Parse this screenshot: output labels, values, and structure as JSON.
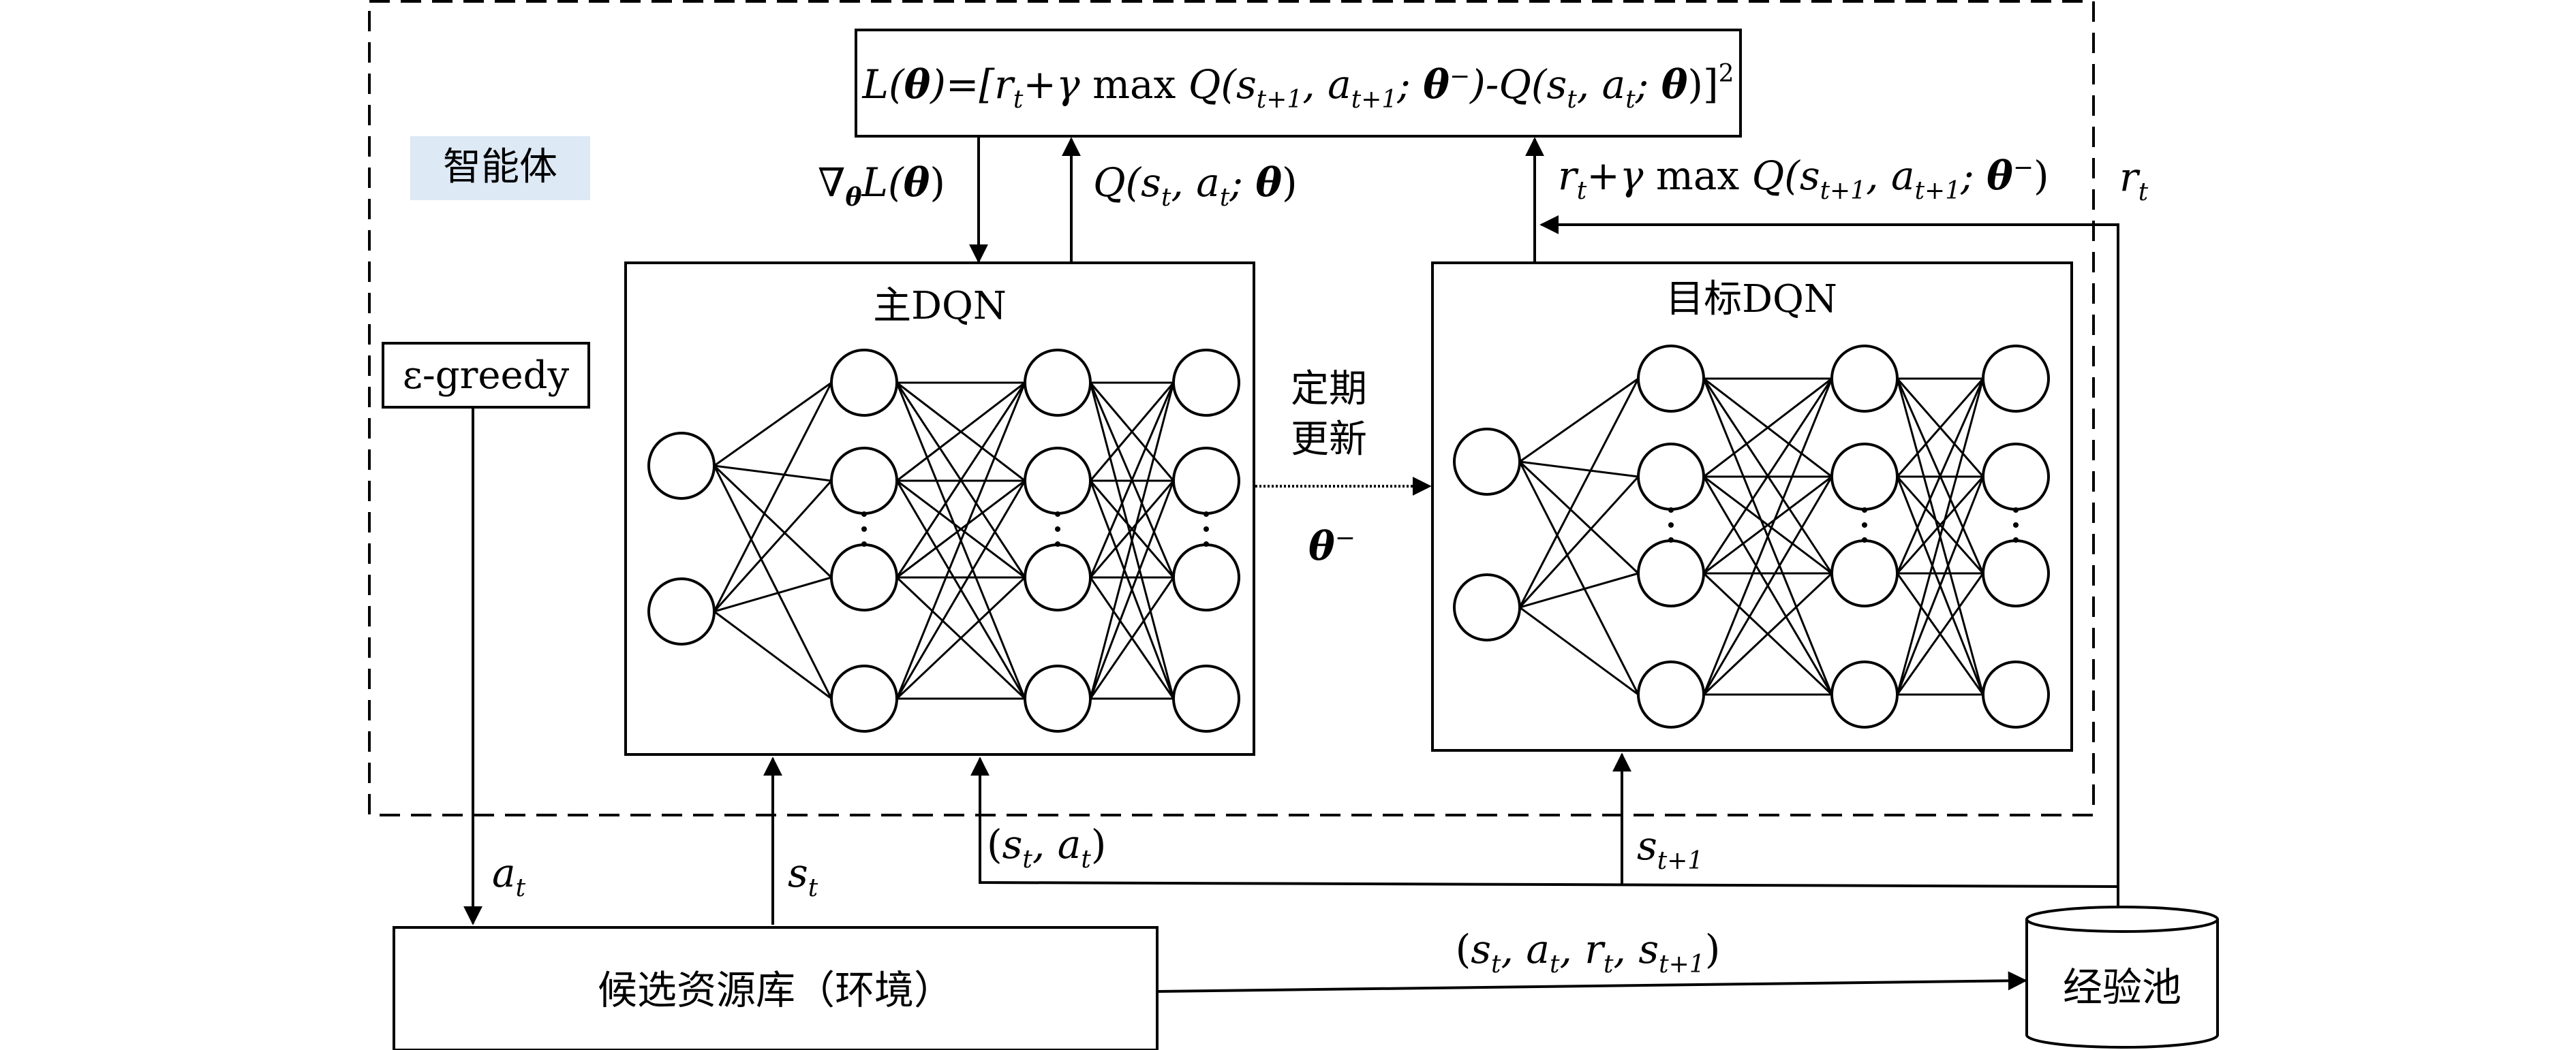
{
  "agent": {
    "label": "智能体"
  },
  "loss": {
    "formula": "L(θ)=[rt+γ max Q(st+1, at+1; θ⁻)-Q(st, at; θ)]²"
  },
  "policy": {
    "label": "ε-greedy"
  },
  "main_dqn": {
    "title": "主DQN"
  },
  "target_dqn": {
    "title": "目标DQN"
  },
  "update": {
    "line1": "定期",
    "line2": "更新",
    "param": "θ⁻"
  },
  "edges": {
    "grad_label": "∇θ L(θ)",
    "q_main_label": "Q(st, at; θ)",
    "target_q_label": "rt+γ max Q(st+1, at+1; θ⁻)",
    "reward_label": "rt",
    "action_label": "at",
    "state_label": "st",
    "state_action_label": "(st, at)",
    "next_state_label": "st+1",
    "transition_label": "(st, at, rt, st+1)"
  },
  "environment": {
    "label": "候选资源库（环境）"
  },
  "replay": {
    "label": "经验池"
  },
  "colors": {
    "line": "#000000",
    "agent_label_bg": "#dde9f5",
    "background": "#ffffff"
  }
}
